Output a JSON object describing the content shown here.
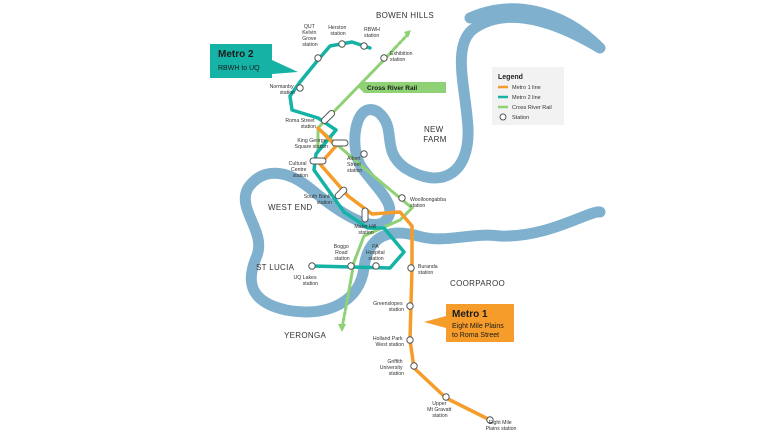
{
  "colors": {
    "river": "#7fb1cf",
    "metro1": "#f59c2a",
    "metro2": "#14b3a6",
    "cross_river_rail": "#8fd175",
    "station_fill": "#ffffff",
    "station_stroke": "#555555",
    "legend_bg": "#f2f2f2"
  },
  "areas": {
    "bowen_hills": "BOWEN HILLS",
    "new_farm": "NEW\nFARM",
    "new_farm_1": "NEW",
    "new_farm_2": "FARM",
    "west_end": "WEST END",
    "st_lucia": "ST LUCIA",
    "coorparoo": "COORPAROO",
    "yeronga": "YERONGA"
  },
  "stations": {
    "qut": [
      "QUT",
      "Kelvin",
      "Grove",
      "station"
    ],
    "herston": [
      "Herston",
      "station"
    ],
    "rbwh": [
      "RBWH",
      "station"
    ],
    "exhibition": [
      "Exhibition",
      "station"
    ],
    "normanby": [
      "Normanby",
      "station"
    ],
    "roma_street": [
      "Roma Street",
      "station"
    ],
    "king_george": [
      "King George",
      "Square station"
    ],
    "albert_street": [
      "Albert",
      "Street",
      "station"
    ],
    "cultural_centre": [
      "Cultural",
      "Centre",
      "station"
    ],
    "south_bank": [
      "South Bank",
      "station"
    ],
    "woolloongabba": [
      "Woolloongabba",
      "station"
    ],
    "mater_hill": [
      "Mater Hill",
      "station"
    ],
    "boggo_road": [
      "Boggo",
      "Road",
      "station"
    ],
    "pa_hospital": [
      "PA",
      "Hospital",
      "station"
    ],
    "uq_lakes": [
      "UQ Lakes",
      "station"
    ],
    "buranda": [
      "Buranda",
      "station"
    ],
    "greenslopes": [
      "Greenslopes",
      "station"
    ],
    "holland_park": [
      "Holland Park",
      "West station"
    ],
    "griffith": [
      "Griffith",
      "University",
      "station"
    ],
    "upper_mt_gravatt": [
      "Upper",
      "Mt Gravatt",
      "station"
    ],
    "eight_mile_plains": [
      "Eight Mile",
      "Plains station"
    ]
  },
  "callouts": {
    "metro2": {
      "title": "Metro 2",
      "subtitle": "RBWH to UQ"
    },
    "metro1": {
      "title": "Metro 1",
      "subtitle_line1": "Eight Mile Plains",
      "subtitle_line2": "to Roma Street"
    },
    "cross_river_rail": "Cross River Rail"
  },
  "legend": {
    "title": "Legend",
    "items": [
      "Metro 1 line",
      "Metro 2 line",
      "Cross River Rail",
      "Station"
    ]
  }
}
